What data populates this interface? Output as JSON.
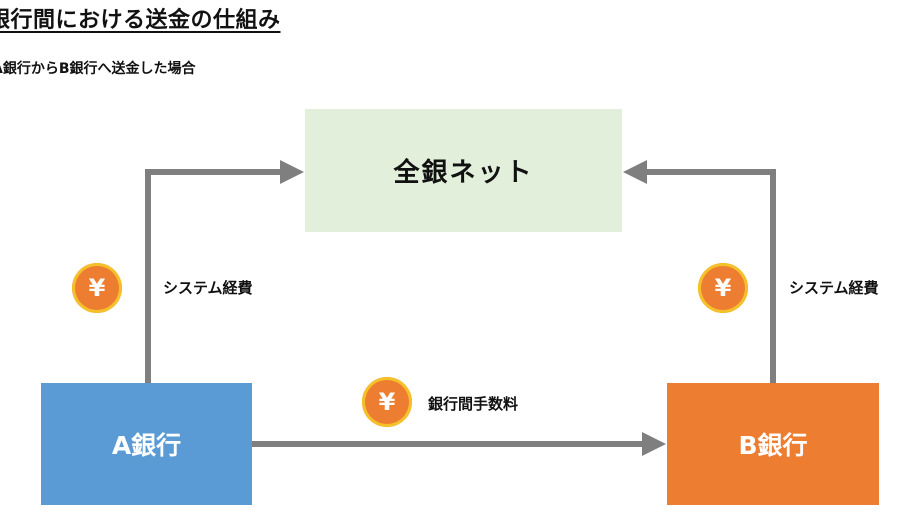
{
  "header": {
    "title": "銀行間における送金の仕組み",
    "subtitle": "A銀行からB銀行へ送金した場合"
  },
  "nodes": {
    "zengin": "全銀ネット",
    "bank_a": "A銀行",
    "bank_b": "B銀行"
  },
  "fees": {
    "left": {
      "icon": "yen-coin-icon",
      "symbol": "¥",
      "label": "システム経費"
    },
    "right": {
      "icon": "yen-coin-icon",
      "symbol": "¥",
      "label": "システム経費"
    },
    "bottom": {
      "icon": "yen-coin-icon",
      "symbol": "¥",
      "label": "銀行間手数料"
    }
  },
  "colors": {
    "zengin_fill": "#e2efda",
    "bank_a_fill": "#5b9bd5",
    "bank_b_fill": "#ed7d31",
    "arrow": "#7f7f7f",
    "coin_fill": "#ed7d31",
    "coin_ring": "#f5c12a"
  }
}
